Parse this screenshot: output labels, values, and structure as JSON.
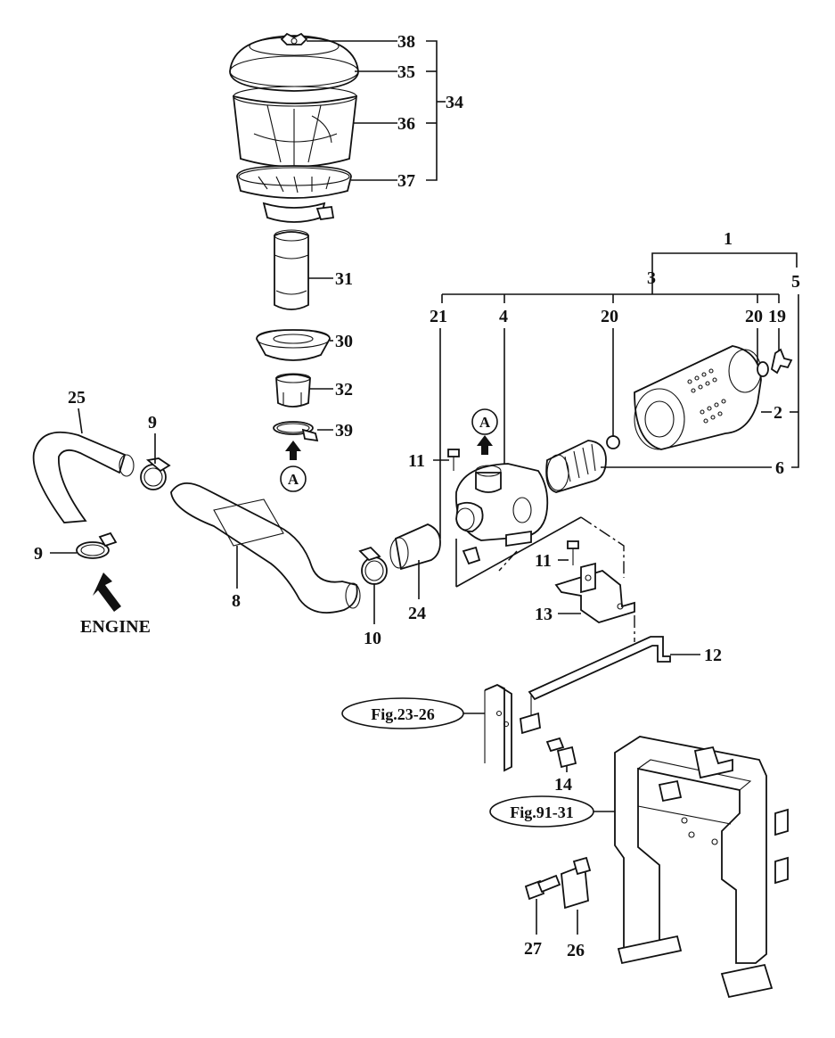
{
  "callouts": {
    "n1": "1",
    "n2": "2",
    "n3": "3",
    "n4": "4",
    "n5": "5",
    "n6": "6",
    "n8": "8",
    "n9a": "9",
    "n9b": "9",
    "n10": "10",
    "n11a": "11",
    "n11b": "11",
    "n12": "12",
    "n13": "13",
    "n14": "14",
    "n19": "19",
    "n20a": "20",
    "n20b": "20",
    "n21": "21",
    "n24": "24",
    "n25": "25",
    "n26": "26",
    "n27": "27",
    "n30": "30",
    "n31": "31",
    "n32": "32",
    "n34": "34",
    "n35": "35",
    "n36": "36",
    "n37": "37",
    "n38": "38",
    "n39": "39"
  },
  "markers": {
    "a1": "A",
    "a2": "A"
  },
  "labels": {
    "engine": "ENGINE",
    "ref1": "Fig.23-26",
    "ref2": "Fig.91-31"
  }
}
